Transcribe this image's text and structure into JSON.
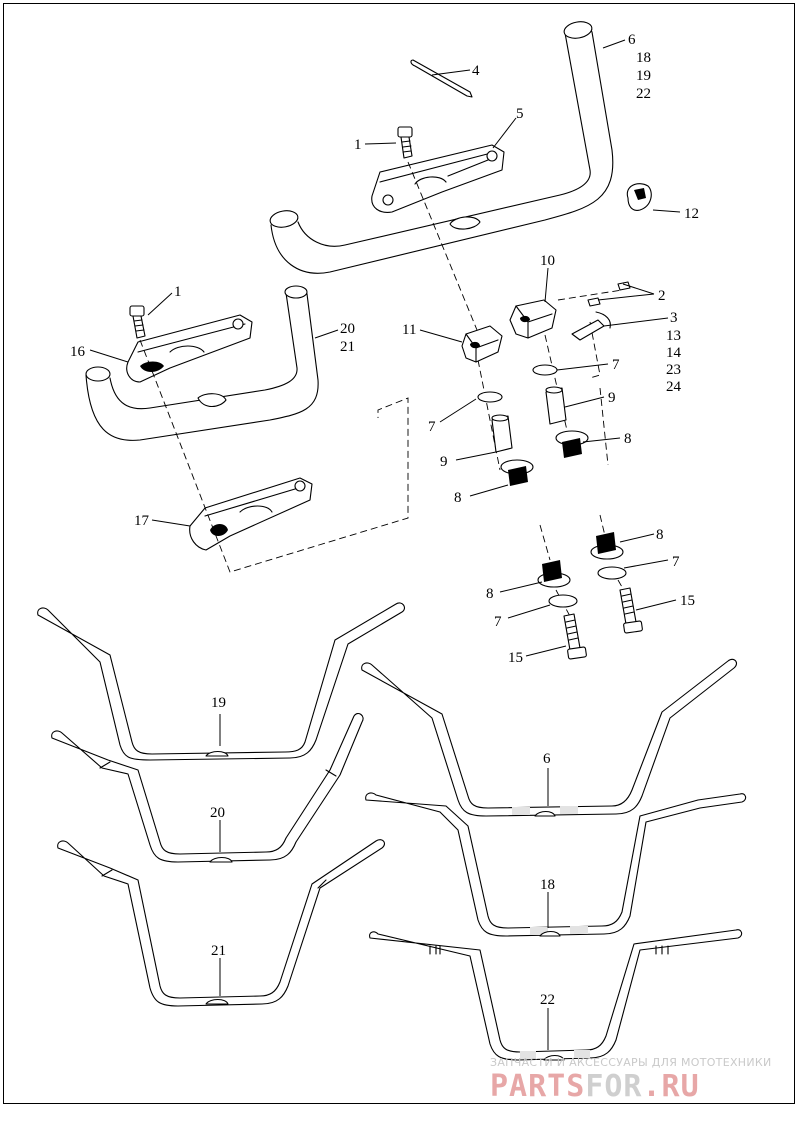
{
  "labels": {
    "p1a": "1",
    "p1b": "1",
    "p2": "2",
    "p3": "3",
    "p13": "13",
    "p14": "14",
    "p23": "23",
    "p24": "24",
    "p4": "4",
    "p5": "5",
    "p6a": "6",
    "p18a": "18",
    "p19a": "19",
    "p22a": "22",
    "p7a": "7",
    "p7b": "7",
    "p7c": "7",
    "p7d": "7",
    "p8a": "8",
    "p8b": "8",
    "p8c": "8",
    "p8d": "8",
    "p9a": "9",
    "p9b": "9",
    "p10": "10",
    "p11": "11",
    "p12": "12",
    "p15a": "15",
    "p15b": "15",
    "p16": "16",
    "p17": "17",
    "p20a": "20",
    "p21a": "21",
    "bar19": "19",
    "bar20": "20",
    "bar21": "21",
    "bar6": "6",
    "bar18": "18",
    "bar22": "22"
  },
  "watermark": {
    "line1": "ЗАПЧАСТИ И АКСЕССУАРЫ ДЛЯ МОТОТЕХНИКИ",
    "brand_a": "PARTS",
    "brand_b": "FOR",
    "brand_c": ".RU"
  },
  "colors": {
    "line": "#000000",
    "background": "#ffffff",
    "watermark_red": "#e7a7a7",
    "watermark_gray": "#cfcfcf"
  }
}
